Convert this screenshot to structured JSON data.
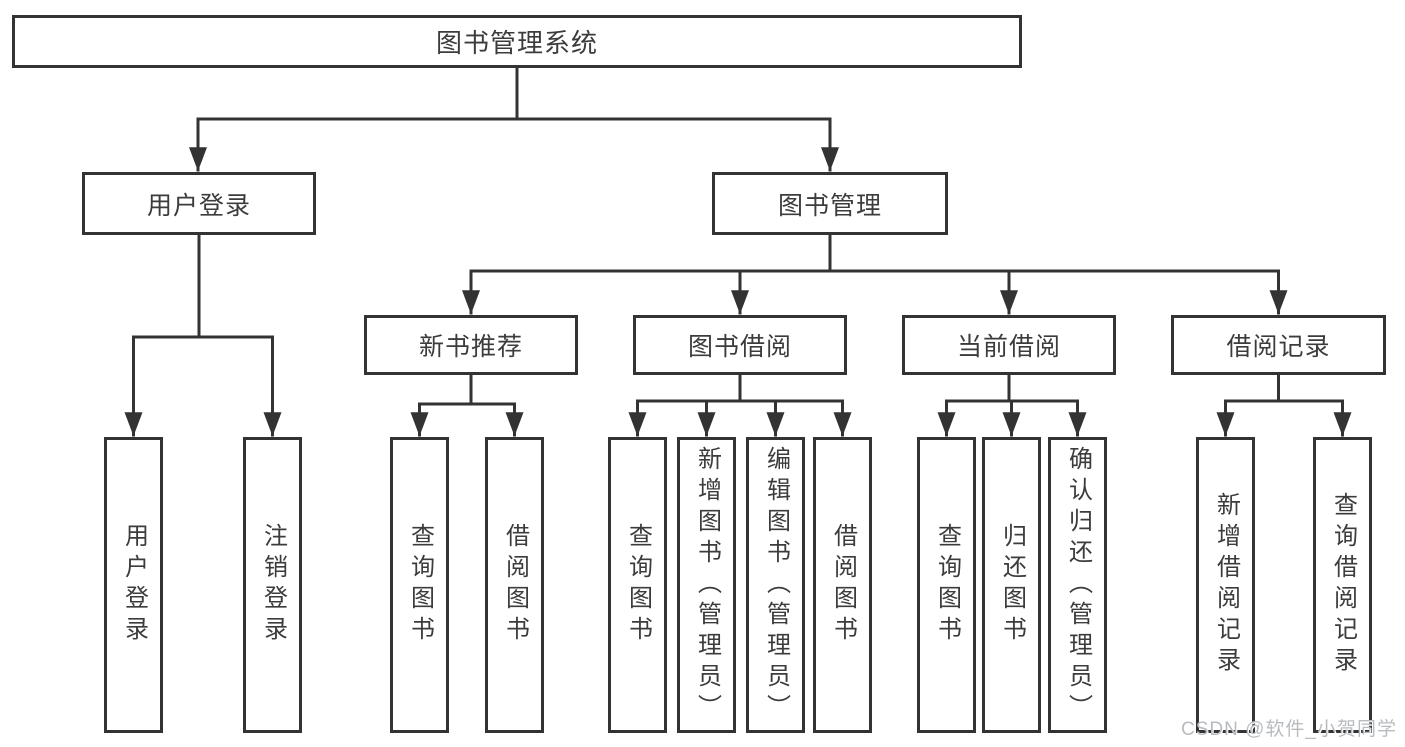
{
  "diagram": {
    "title": "图书管理系统",
    "level2": [
      "用户登录",
      "图书管理"
    ],
    "level3": [
      "新书推荐",
      "图书借阅",
      "当前借阅",
      "借阅记录"
    ],
    "leaves": [
      "用户登录",
      "注销登录",
      "查询图书",
      "借阅图书",
      "查询图书",
      "新增图书（管理员）",
      "编辑图书（管理员）",
      "借阅图书",
      "查询图书",
      "归还图书",
      "确认归还（管理员）",
      "新增借阅记录",
      "查询借阅记录"
    ]
  },
  "watermark": "CSDN @软件_小贺同学",
  "colors": {
    "line": "#333333",
    "text": "#3c3c3c",
    "watermark": "#b8bcc0",
    "background": "#ffffff"
  }
}
